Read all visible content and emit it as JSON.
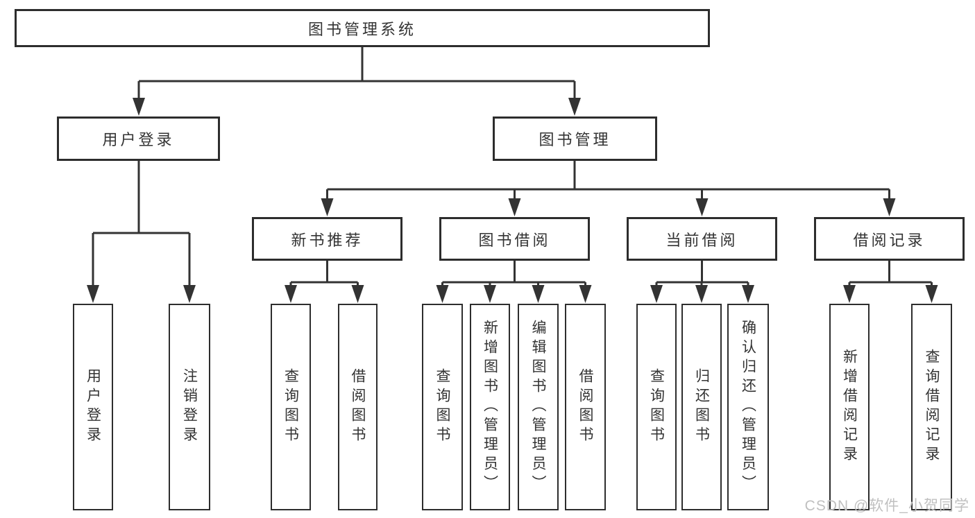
{
  "diagram": {
    "root": {
      "label": "图书管理系统"
    },
    "level2": [
      {
        "label": "用户登录",
        "children": [
          {
            "label": "用户登录"
          },
          {
            "label": "注销登录"
          }
        ]
      },
      {
        "label": "图书管理"
      }
    ],
    "level3": [
      {
        "label": "新书推荐",
        "children": [
          {
            "label": "查询图书"
          },
          {
            "label": "借阅图书"
          }
        ]
      },
      {
        "label": "图书借阅",
        "children": [
          {
            "label": "查询图书"
          },
          {
            "label": "新增图书（管理员）"
          },
          {
            "label": "编辑图书（管理员）"
          },
          {
            "label": "借阅图书"
          }
        ]
      },
      {
        "label": "当前借阅",
        "children": [
          {
            "label": "查询图书"
          },
          {
            "label": "归还图书"
          },
          {
            "label": "确认归还（管理员）"
          }
        ]
      },
      {
        "label": "借阅记录",
        "children": [
          {
            "label": "新增借阅记录"
          },
          {
            "label": "查询借阅记录"
          }
        ]
      }
    ]
  },
  "watermark": {
    "text": "CSDN @软件_小贺同学"
  },
  "colors": {
    "line": "#333333",
    "box_border": "#2d2d2d",
    "text": "#333333",
    "watermark": "#c0c0c0",
    "background": "#ffffff"
  }
}
